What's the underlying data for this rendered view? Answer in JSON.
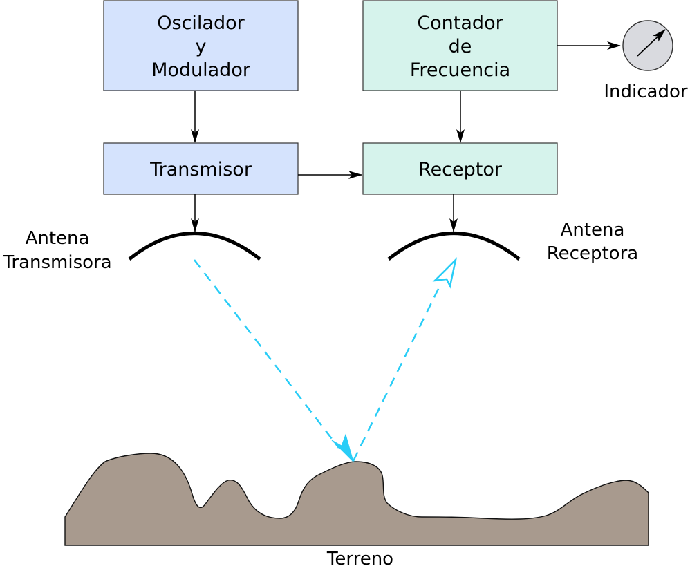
{
  "blocks": {
    "oscillator": {
      "lines": [
        "Oscilador",
        "y",
        "Modulador"
      ],
      "fill": "#d5e3fd"
    },
    "counter": {
      "lines": [
        "Contador",
        "de",
        "Frecuencia"
      ],
      "fill": "#d6f3ec"
    },
    "transmitter": {
      "lines": [
        "Transmisor"
      ],
      "fill": "#d5e3fd"
    },
    "receiver": {
      "lines": [
        "Receptor"
      ],
      "fill": "#d6f3ec"
    }
  },
  "labels": {
    "indicator": "Indicador",
    "tx_antenna": [
      "Antena",
      "Transmisora"
    ],
    "rx_antenna": [
      "Antena",
      "Receptora"
    ],
    "terrain": "Terreno"
  },
  "colors": {
    "signal": "#29cdf7",
    "terrain": "#a89a8e",
    "indicator_dial": "#d9dadf",
    "stroke": "#000000"
  },
  "icons": {
    "indicator": "gauge-dial-icon"
  }
}
